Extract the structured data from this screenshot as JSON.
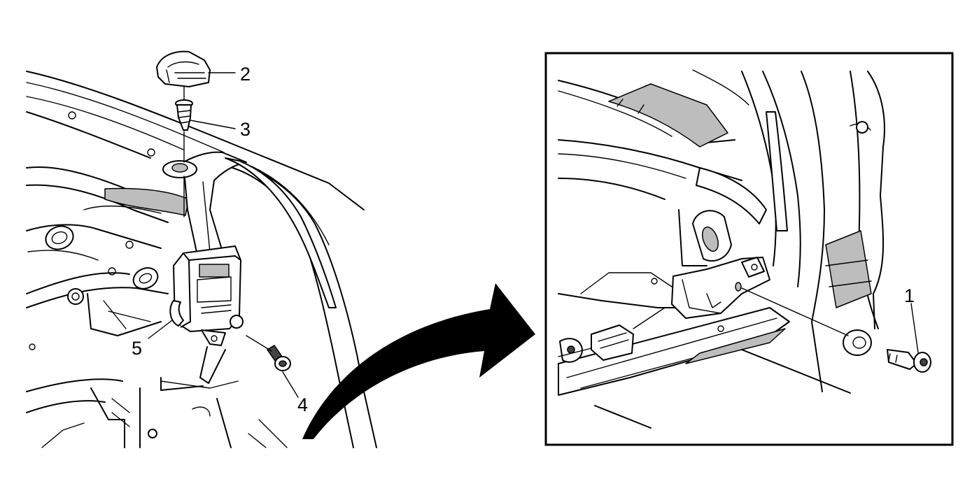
{
  "callouts": [
    {
      "id": "1",
      "label": "1"
    },
    {
      "id": "2",
      "label": "2"
    },
    {
      "id": "3",
      "label": "3"
    },
    {
      "id": "4",
      "label": "4"
    },
    {
      "id": "5",
      "label": "5"
    }
  ],
  "colors": {
    "line": "#000000",
    "background": "#ffffff",
    "shade": "#bdbdbd"
  }
}
